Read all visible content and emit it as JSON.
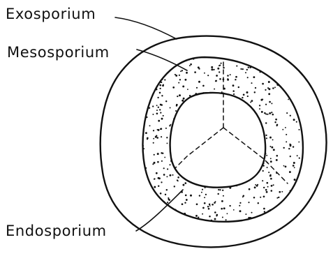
{
  "labels": {
    "exosporium": "Exosporium",
    "mesosporium": "Mesosporium",
    "endosporium": "Endosporium"
  },
  "colors": {
    "ink": "#111111",
    "background": "#ffffff"
  }
}
